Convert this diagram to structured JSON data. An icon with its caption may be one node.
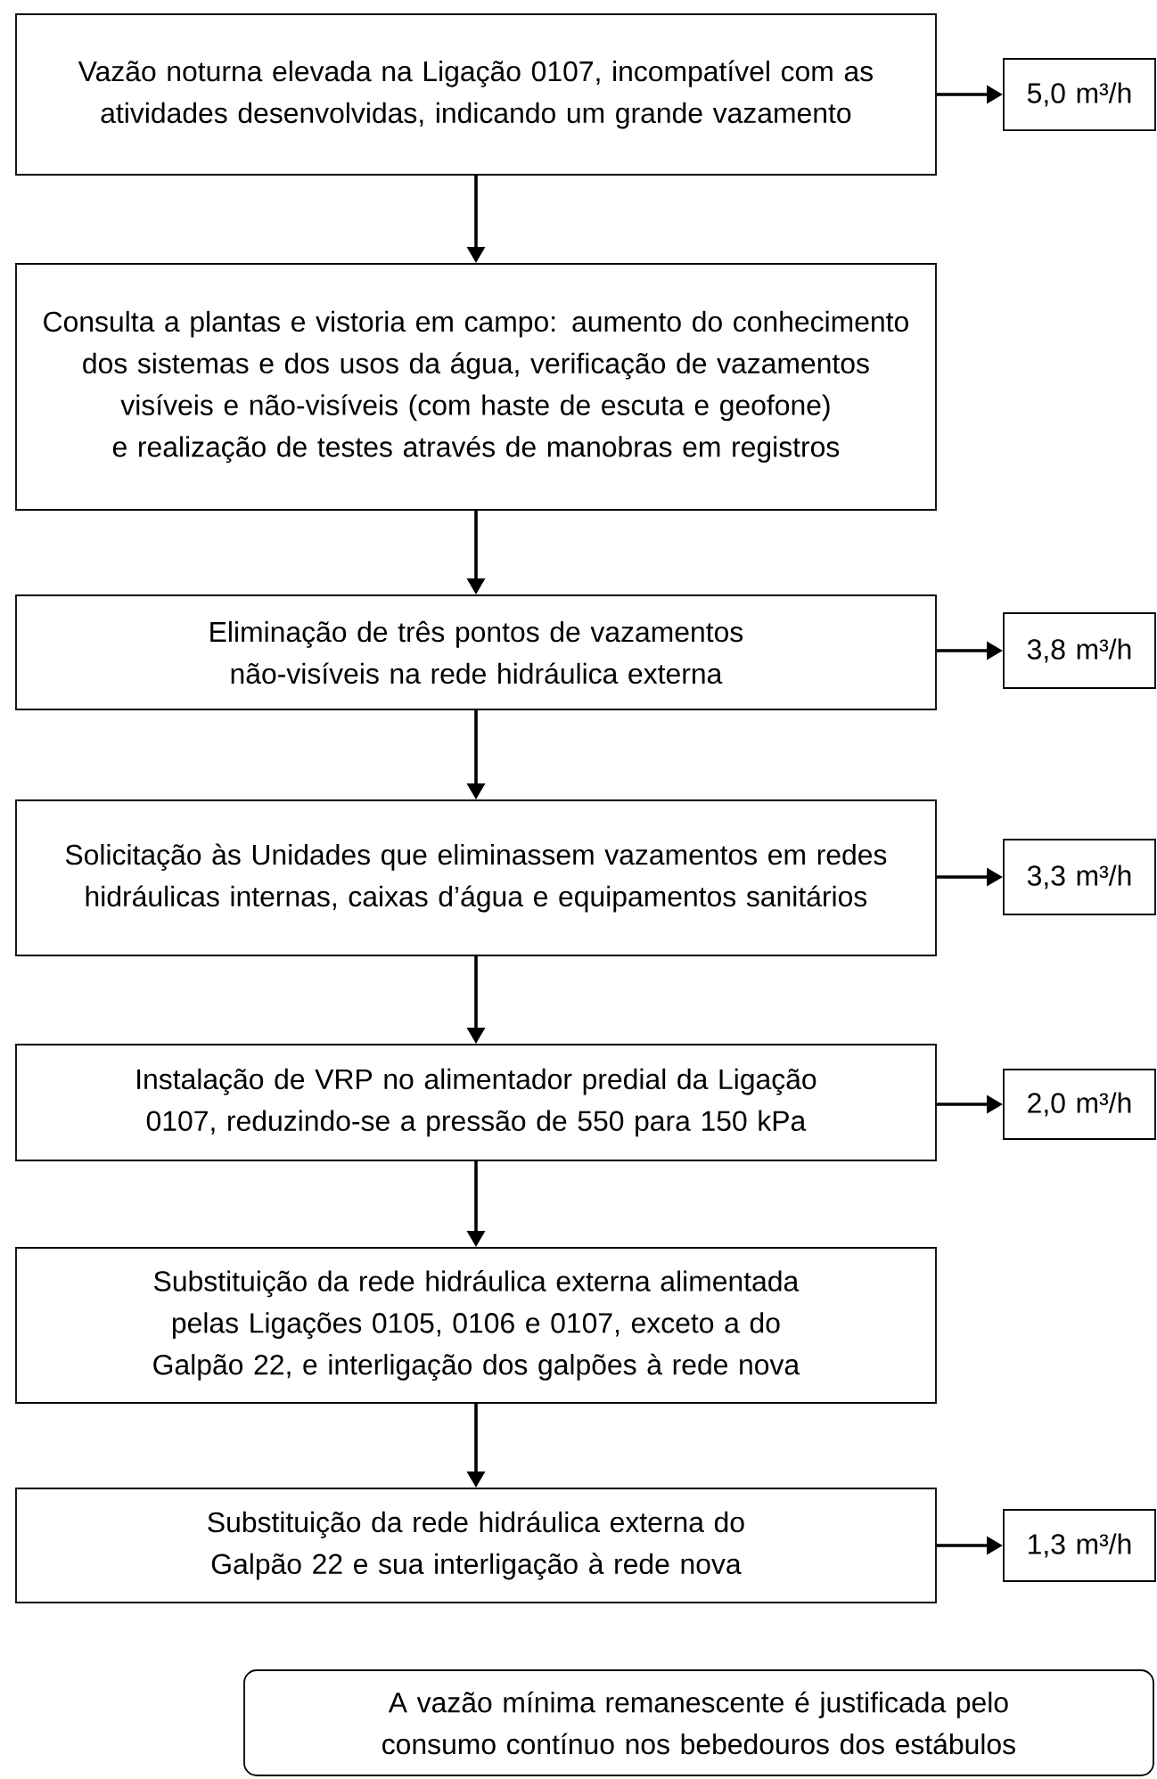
{
  "diagram": {
    "nodes": [
      {
        "text": [
          "Vazão noturna elevada na Ligação 0107, incompatível com as atividades desenvolvidas, indicando um grande vazamento"
        ]
      },
      {
        "text": [
          "5,0 m³/h"
        ]
      },
      {
        "text": [
          "Consulta a plantas e vistoria em campo: aumento do conhecimento dos sistemas e dos usos da água, verificação de vazamentos visíveis e não-visíveis (com haste de escuta e geofone) e realização de testes através de manobras em registros"
        ]
      },
      {
        "text": [
          "Eliminação de três pontos de vazamentos não-visíveis na rede hidráulica externa"
        ]
      },
      {
        "text": [
          "3,8 m³/h"
        ]
      },
      {
        "text": [
          "Solicitação às Unidades que eliminassem vazamentos em redes hidráulicas internas, caixas d’água e equipamentos sanitários"
        ]
      },
      {
        "text": [
          "3,3 m³/h"
        ]
      },
      {
        "text": [
          "Instalação de VRP no alimentador predial da Ligação 0107, reduzindo-se a pressão de 550 para 150 kPa"
        ]
      },
      {
        "text": [
          "2,0 m³/h"
        ]
      },
      {
        "text": [
          "Substituição da rede hidráulica externa alimentada pelas Ligações 0105, 0106 e 0107, exceto a do Galpão 22, e interligação dos galpões à rede nova"
        ]
      },
      {
        "text": [
          "Substituição da rede hidráulica externa do Galpão 22 e sua interligação à rede nova"
        ]
      },
      {
        "text": [
          "1,3 m³/h"
        ]
      },
      {
        "text": [
          "A vazão mínima remanescente é justificada pelo consumo contínuo nos bebedouros dos estábulos"
        ]
      }
    ],
    "edges": [
      {
        "from": 0,
        "to": 1,
        "arrow": "to"
      },
      {
        "from": 0,
        "to": 2,
        "arrow": "to"
      },
      {
        "from": 2,
        "to": 3,
        "arrow": "to"
      },
      {
        "from": 3,
        "to": 4,
        "arrow": "to"
      },
      {
        "from": 3,
        "to": 5,
        "arrow": "to"
      },
      {
        "from": 5,
        "to": 6,
        "arrow": "to"
      },
      {
        "from": 5,
        "to": 7,
        "arrow": "to"
      },
      {
        "from": 7,
        "to": 8,
        "arrow": "to"
      },
      {
        "from": 7,
        "to": 9,
        "arrow": "to"
      },
      {
        "from": 9,
        "to": 10,
        "arrow": "to"
      },
      {
        "from": 10,
        "to": 11,
        "arrow": "to"
      }
    ]
  }
}
